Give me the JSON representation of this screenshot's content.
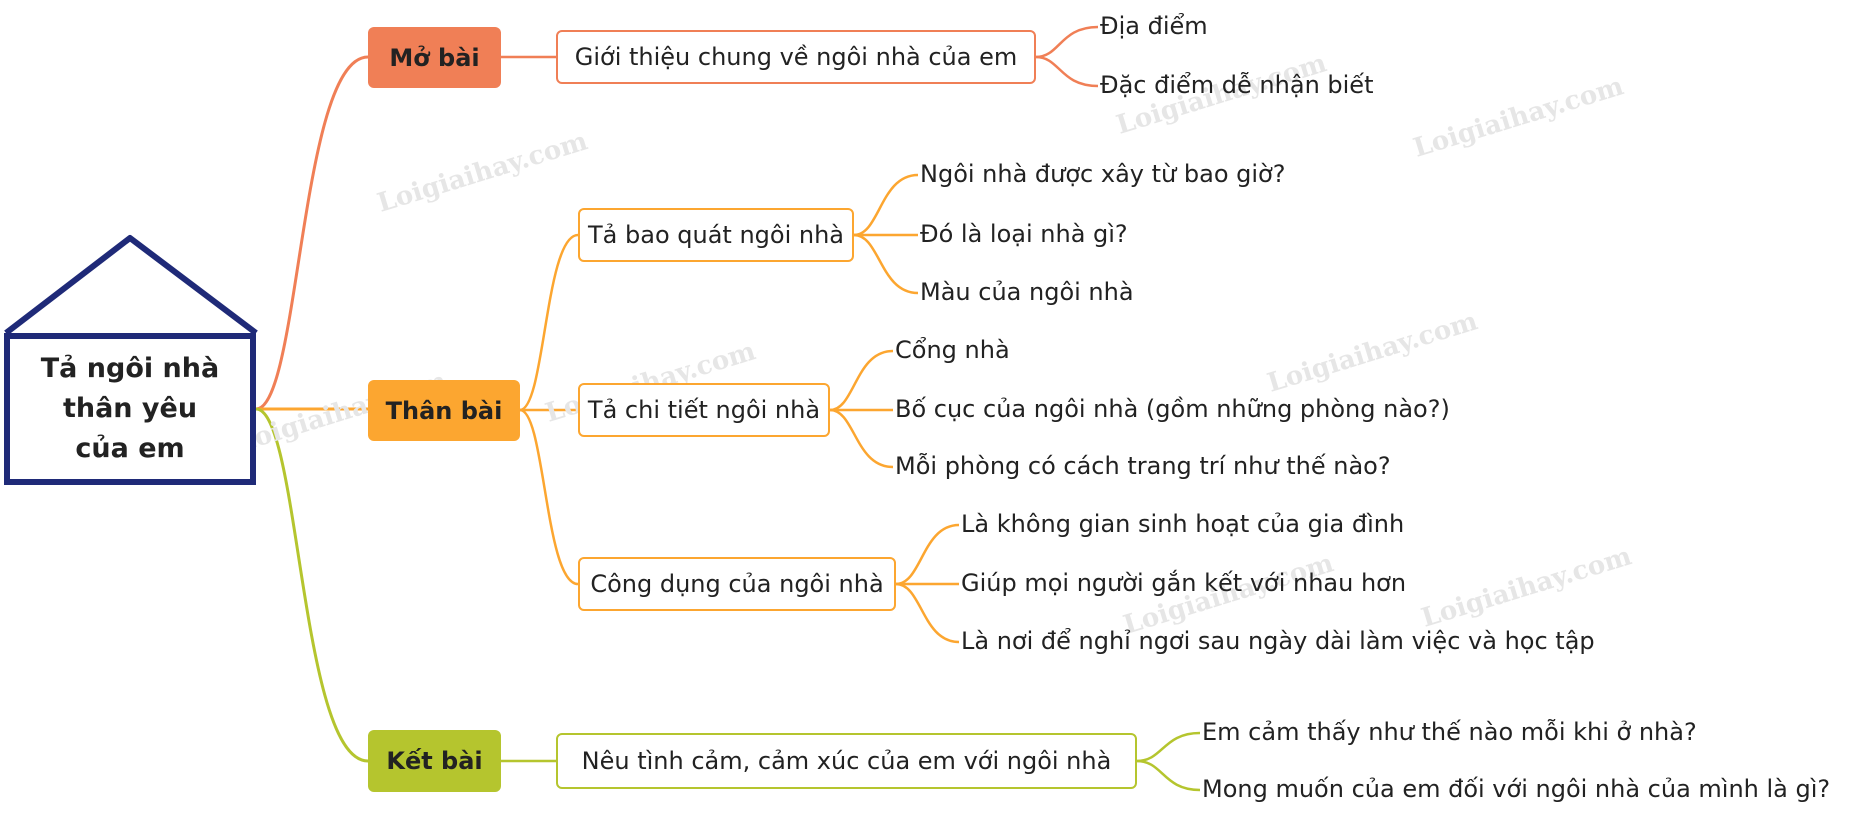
{
  "root": {
    "title_line1": "Tả ngôi nhà",
    "title_line2": "thân yêu",
    "title_line3": "của em"
  },
  "sections": {
    "mo_bai": {
      "label": "Mở bài",
      "box": "Giới thiệu chung về ngôi nhà của em",
      "leaves": [
        "Địa điểm",
        "Đặc điểm dễ nhận biết"
      ]
    },
    "than_bai": {
      "label": "Thân bài",
      "groups": [
        {
          "box": "Tả bao quát ngôi nhà",
          "leaves": [
            "Ngôi nhà được xây từ bao giờ?",
            "Đó là loại nhà gì?",
            "Màu của ngôi nhà"
          ]
        },
        {
          "box": "Tả chi tiết ngôi nhà",
          "leaves": [
            "Cổng nhà",
            "Bố cục của ngôi nhà (gồm những phòng nào?)",
            "Mỗi phòng có cách trang trí như thế nào?"
          ]
        },
        {
          "box": "Công dụng của ngôi nhà",
          "leaves": [
            "Là không gian sinh hoạt của gia đình",
            "Giúp mọi người gắn kết với nhau hơn",
            "Là nơi để nghỉ ngơi sau ngày dài làm việc và học tập"
          ]
        }
      ]
    },
    "ket_bai": {
      "label": "Kết bài",
      "box": "Nêu tình cảm, cảm xúc của em với ngôi nhà",
      "leaves": [
        "Em cảm thấy như thế nào mỗi khi ở nhà?",
        "Mong muốn của em đối với ngôi nhà của mình là gì?"
      ]
    }
  },
  "watermark": "Loigiaihay.com",
  "colors": {
    "root_border": "#1f2a78",
    "mo_bai": "#f07f56",
    "than_bai": "#fca630",
    "ket_bai": "#b5c52e",
    "watermark": "#e6e6e6"
  }
}
